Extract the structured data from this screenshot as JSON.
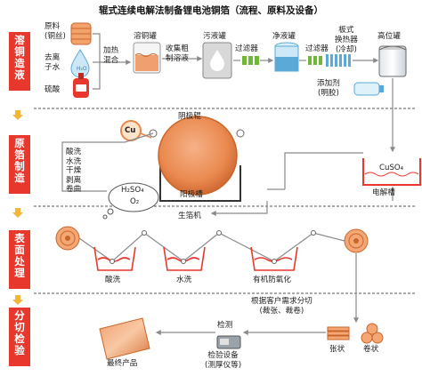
{
  "title": "辊式连续电解法制备锂电池铜箔（流程、原料及设备）",
  "stages": [
    "溶铜造液",
    "原箔制造",
    "表面处理",
    "分切检验"
  ],
  "stage1": {
    "raw_copper": [
      "原料",
      "(铜丝)"
    ],
    "deionized_water": [
      "去离",
      "子水"
    ],
    "sulfuric_acid": "硫酸",
    "heat_mix": [
      "加热",
      "混合"
    ],
    "dissolve_tank": "溶铜罐",
    "collect": [
      "收集粗",
      "制溶液"
    ],
    "dirty_tank": "污液罐",
    "filter1": "过滤器",
    "clean_tank": "净液罐",
    "filter2": "过滤器",
    "heat_exchanger": [
      "板式",
      "换热器",
      "(冷却)"
    ],
    "high_tank": "高位罐",
    "additive": [
      "添加剂",
      "(明胶)"
    ]
  },
  "stage2": {
    "cathode_roller": "阴极辊",
    "cu": "Cu",
    "steps": [
      "酸洗",
      "水洗",
      "干燥",
      "剥离",
      "卷曲"
    ],
    "anode_tank": "阳极槽",
    "foil_machine": "生箔机",
    "h2so4": "H₂SO₄",
    "o2": "O₂",
    "cuso4": "CuSO₄",
    "electrolytic_tank": "电解槽"
  },
  "stage3": {
    "baths": [
      "酸洗",
      "水洗",
      "有机防氧化"
    ]
  },
  "stage4": {
    "cut_by_need": [
      "根据客户需求分切",
      "(裁张、裁卷)"
    ],
    "sheet": "张状",
    "roll": "卷状",
    "inspect": "检测",
    "inspection_device": [
      "检验设备",
      "(测厚仪等)"
    ],
    "final_product": "最终产品"
  },
  "colors": {
    "accent": "#e8372c",
    "copper": "#e8874a",
    "arrow_gray": "#8a8a8a",
    "filter_green": "#6fb83a",
    "water_blue": "#5aa9d6"
  }
}
